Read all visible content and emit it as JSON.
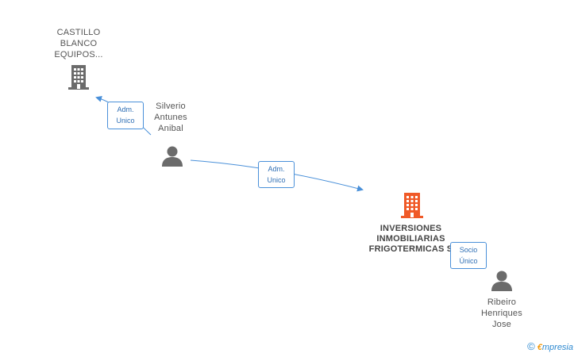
{
  "nodes": {
    "castillo": {
      "label": "CASTILLO\nBLANCO\nEQUIPOS...",
      "icon": "building-icon",
      "color": "#6b6b6b"
    },
    "silverio": {
      "label": "Silverio\nAntunes\nAnibal",
      "icon": "person-icon",
      "color": "#6b6b6b"
    },
    "inversiones": {
      "label": "INVERSIONES\nINMOBILIARIAS\nFRIGOTERMICAS S",
      "icon": "building-icon",
      "color": "#f05a28"
    },
    "ribeiro": {
      "label": "Ribeiro\nHenriques\nJose",
      "icon": "person-icon",
      "color": "#6b6b6b"
    }
  },
  "edges": {
    "silverio_castillo": {
      "label": "Adm.\nUnico"
    },
    "silverio_inversiones": {
      "label": "Adm.\nUnico"
    },
    "ribeiro_inversiones": {
      "label": "Socio\nÚnico"
    }
  },
  "brand": {
    "copyright": "©",
    "e": "€",
    "name": "mpresia"
  },
  "colors": {
    "edge": "#4a90d9"
  }
}
